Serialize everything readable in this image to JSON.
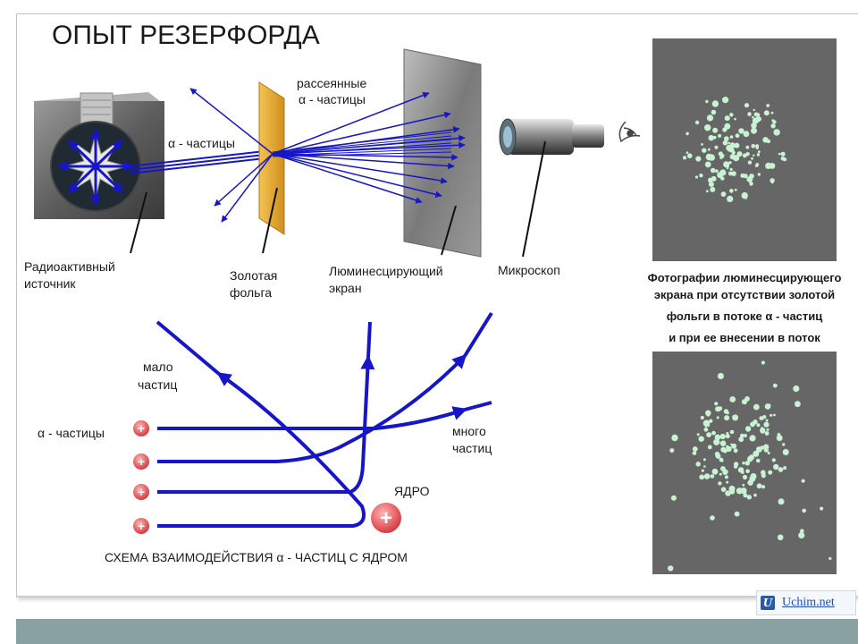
{
  "title": "ОПЫТ РЕЗЕРФОРДА",
  "labels": {
    "alpha_particles_top": "α - частицы",
    "scattered_1": "рассеянные",
    "scattered_2": "α - частицы",
    "source_1": "Радиоактивный",
    "source_2": "источник",
    "foil_1": "Золотая",
    "foil_2": "фольга",
    "screen_1": "Люминесцирующий",
    "screen_2": "экран",
    "microscope": "Микроскоп",
    "photos_caption": [
      "Фотографии люминесцирующего",
      "экрана при отсутствии золотой",
      "фольги в потоке α - частиц",
      "и при ее внесении в поток"
    ],
    "few_1": "мало",
    "few_2": "частиц",
    "alpha_particles_left": "α - частицы",
    "many_1": "много",
    "many_2": "частиц",
    "nucleus": "ЯДРО",
    "plus": "+",
    "scheme": "СХЕМА ВЗАИМОДЕЙСТВИЯ  α - ЧАСТИЦ С ЯДРОМ"
  },
  "watermark": {
    "logo": "U",
    "text": "Uchim.net"
  },
  "colors": {
    "ray": "#1616c8",
    "foil": "#e3a82a",
    "panel": "#666666",
    "dot": "#c9f2d2",
    "plus_particle": "#e0474c"
  }
}
